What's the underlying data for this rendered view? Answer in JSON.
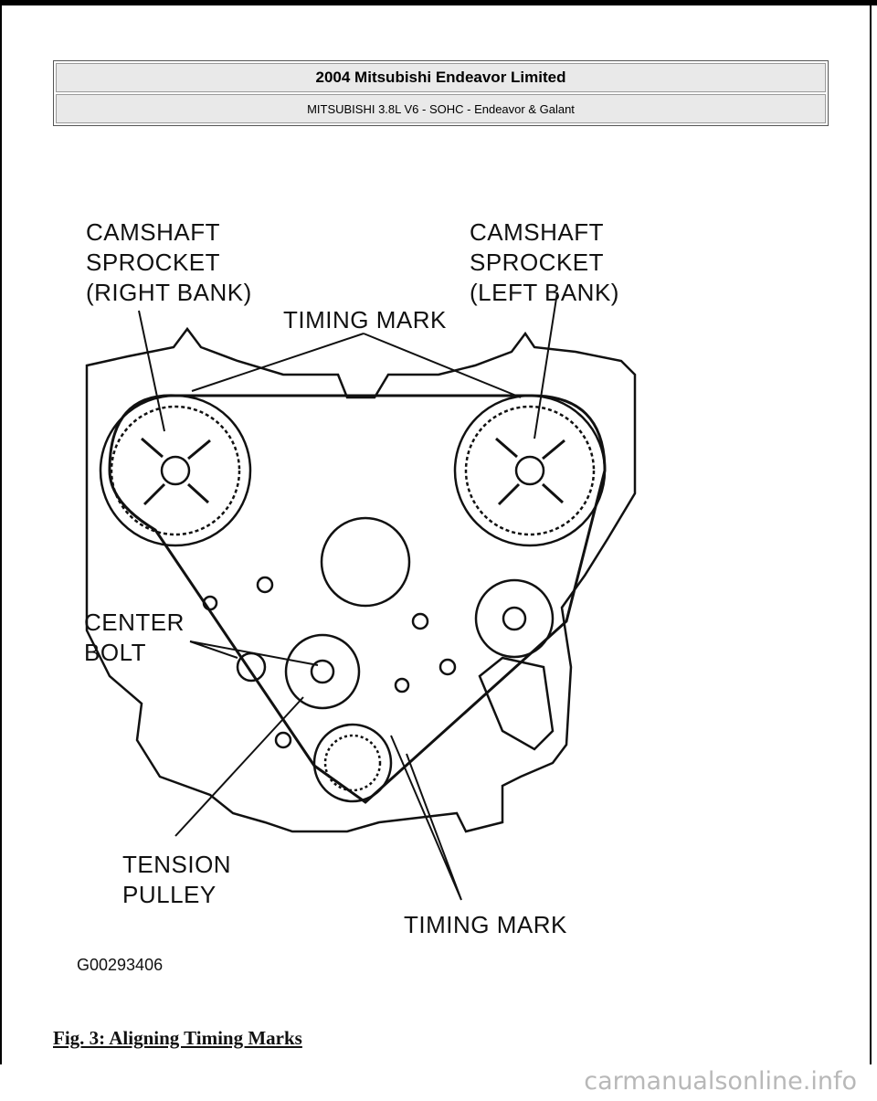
{
  "header": {
    "title": "2004 Mitsubishi Endeavor Limited",
    "subtitle": "MITSUBISHI 3.8L V6 - SOHC - Endeavor & Galant"
  },
  "figure": {
    "labels": {
      "cam_right": "CAMSHAFT\nSPROCKET\n(RIGHT BANK)",
      "cam_left": "CAMSHAFT\nSPROCKET\n(LEFT BANK)",
      "timing_mark_top": "TIMING MARK",
      "center_bolt": "CENTER\nBOLT",
      "tension_pulley": "TENSION\nPULLEY",
      "timing_mark_bottom": "TIMING MARK"
    },
    "code": "G00293406"
  },
  "caption": "Fig. 3: Aligning Timing Marks",
  "watermark": "carmanualsonline.info"
}
